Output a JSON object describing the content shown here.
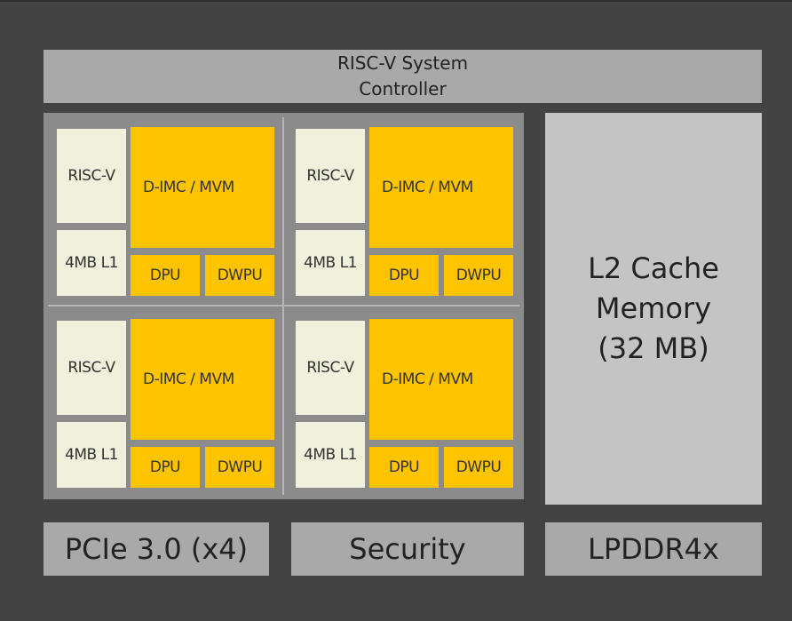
{
  "system_controller": {
    "line1": "RISC-V System",
    "line2": "Controller"
  },
  "cores": [
    {
      "riscv": "RISC-V",
      "l1": "4MB L1",
      "imc": "D-IMC / MVM",
      "dpu": "DPU",
      "dwpu": "DWPU"
    },
    {
      "riscv": "RISC-V",
      "l1": "4MB L1",
      "imc": "D-IMC / MVM",
      "dpu": "DPU",
      "dwpu": "DWPU"
    },
    {
      "riscv": "RISC-V",
      "l1": "4MB L1",
      "imc": "D-IMC / MVM",
      "dpu": "DPU",
      "dwpu": "DWPU"
    },
    {
      "riscv": "RISC-V",
      "l1": "4MB L1",
      "imc": "D-IMC / MVM",
      "dpu": "DPU",
      "dwpu": "DWPU"
    }
  ],
  "l2_cache": {
    "line1": "L2 Cache",
    "line2": "Memory",
    "line3": "(32 MB)"
  },
  "pcie": "PCIe 3.0 (x4)",
  "security": "Security",
  "lpddr": "LPDDR4x",
  "colors": {
    "background": "#434343",
    "accent_yellow": "#ffc400",
    "cream": "#f0f0dc",
    "block_gray": "#a9a9a9"
  }
}
